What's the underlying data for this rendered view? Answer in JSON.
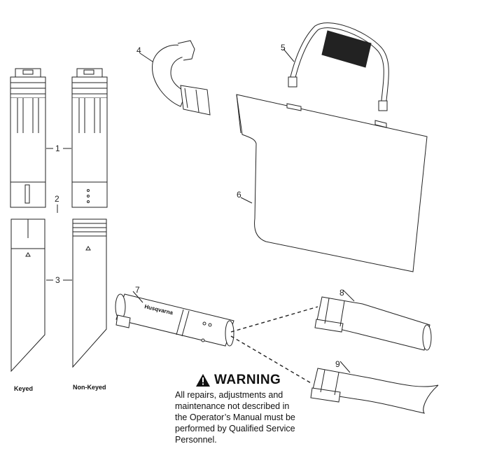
{
  "labels": {
    "keyed": "Keyed",
    "non_keyed": "Non-Keyed"
  },
  "callouts": [
    "1",
    "2",
    "3",
    "4",
    "5",
    "6",
    "7",
    "8",
    "9"
  ],
  "brand": "Husqvarna",
  "warning": {
    "title": "WARNING",
    "lines": [
      "All repairs, adjustments and",
      "maintenance not described in",
      "the Operator’s Manual must be",
      "performed by Qualified Service",
      "Personnel."
    ]
  }
}
